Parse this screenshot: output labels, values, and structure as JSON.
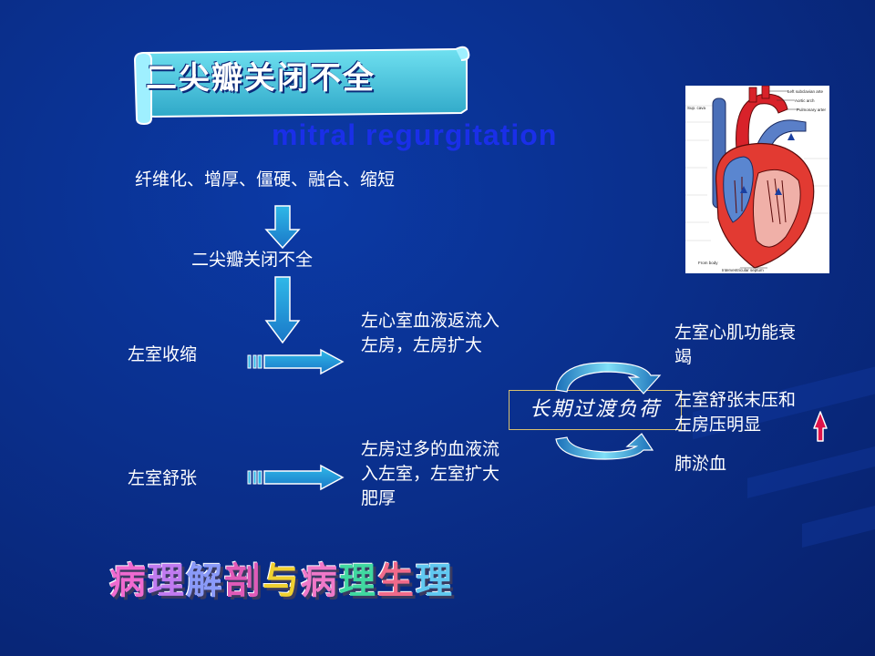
{
  "title_zh": "二尖瓣关闭不全",
  "title_en": "mitral regurgitation",
  "cause": "纤维化、增厚、僵硬、融合、缩短",
  "result": "二尖瓣关闭不全",
  "systole": {
    "label": "左室收缩",
    "effect_line1": "左心室血液返流入",
    "effect_line2": "左房，左房扩大"
  },
  "diastole": {
    "label": "左室舒张",
    "effect_line1": "左房过多的血液流",
    "effect_line2": "入左室，左室扩大",
    "effect_line3": "肥厚"
  },
  "long_term": "长期过渡负荷",
  "outcomes": {
    "o1_line1": "左室心肌功能衰",
    "o1_line2": "竭",
    "o2_line1": "左室舒张末压和",
    "o2_line2": "左房压明显",
    "o3": "肺淤血"
  },
  "heart_labels": {
    "l1": "Left subclavian arte",
    "l2": "Aortic arch",
    "l3": "Pulmonary arter",
    "l4": "Interventricular septum",
    "l5": "Sup. cava",
    "l6": "From body"
  },
  "bottom_title": [
    "病",
    "理",
    "解",
    "剖",
    "与",
    "病",
    "理",
    "生",
    "理"
  ],
  "colors": {
    "accent_cyan": "#2fa8d8",
    "up_arrow": "#e0134a",
    "title_en": "#1a2fe8"
  }
}
